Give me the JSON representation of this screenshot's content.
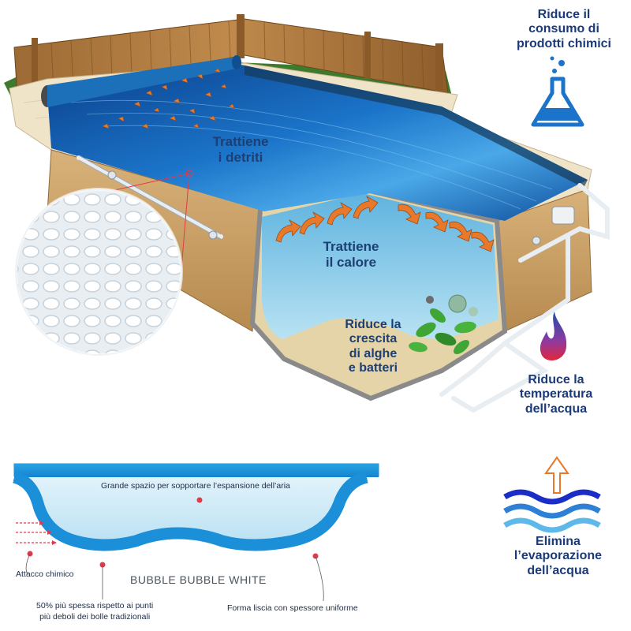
{
  "pool_labels": {
    "debris_1": "Trattiene",
    "debris_2": "i detriti",
    "heat_1": "Trattiene",
    "heat_2": "il calore",
    "algae_1": "Riduce la",
    "algae_2": "crescita",
    "algae_3": "di alghe",
    "algae_4": "e batteri"
  },
  "side_labels": {
    "chemicals_1": "Riduce il",
    "chemicals_2": "consumo di",
    "chemicals_3": "prodotti chimici",
    "temperature_1": "Riduce la",
    "temperature_2": "temperatura",
    "temperature_3": "dell’acqua",
    "evaporation_1": "Elimina",
    "evaporation_2": "l’evaporazione",
    "evaporation_3": "dell’acqua"
  },
  "cross_section": {
    "space": "Grande spazio per sopportare l’espansione dell’aria",
    "chemical": "Attacco chimico",
    "brand": "BUBBLE BUBBLE WHITE",
    "thicker_1": "50% più spessa rispetto ai punti",
    "thicker_2": "più deboli dei bolle tradizionali",
    "smooth": "Forma liscia con spessore uniforme"
  },
  "colors": {
    "label_blue": "#1b3a78",
    "water_blue": "#1b74c9",
    "cover_blue": "#9fd4ef",
    "accent_red": "#e63946",
    "flame_red": "#d62828",
    "leaf_orange": "#e8792b",
    "algae_green": "#3fa535"
  },
  "icons": [
    "flask-icon",
    "flame-icon",
    "evaporation-icon",
    "bubble-texture-zoom"
  ]
}
